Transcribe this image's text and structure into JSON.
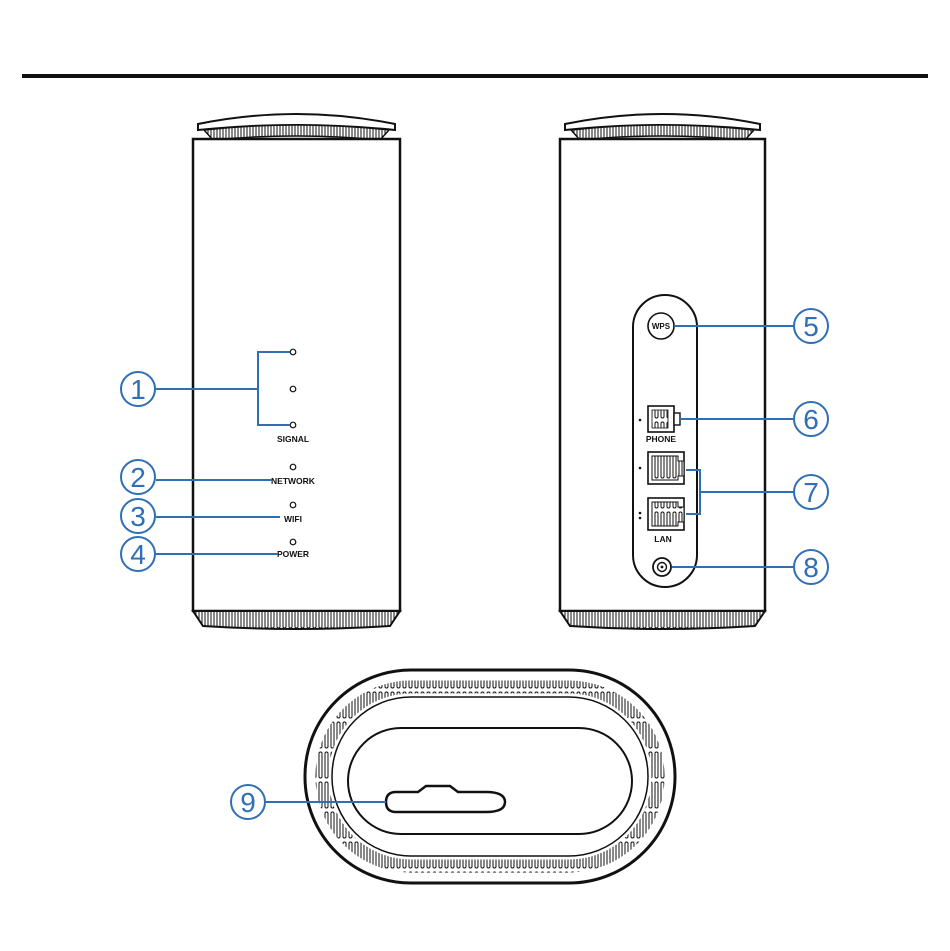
{
  "colors": {
    "callout": "#2f6fb5",
    "outline": "#111111",
    "background": "#ffffff"
  },
  "front": {
    "indicators": [
      {
        "label": "SIGNAL"
      },
      {
        "label": "NETWORK"
      },
      {
        "label": "WIFI"
      },
      {
        "label": "POWER"
      }
    ]
  },
  "back": {
    "wps_label": "WPS",
    "phone_label": "PHONE",
    "lan_label": "LAN"
  },
  "callouts": [
    "1",
    "2",
    "3",
    "4",
    "5",
    "6",
    "7",
    "8",
    "9"
  ]
}
